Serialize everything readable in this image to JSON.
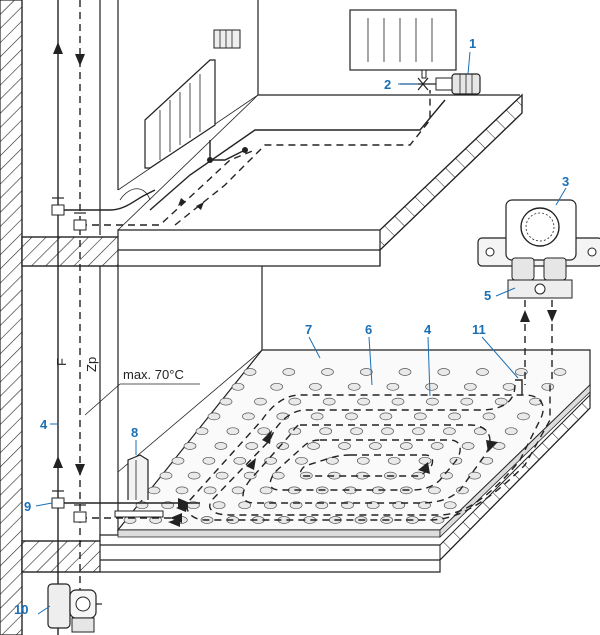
{
  "callouts": [
    {
      "id": "1",
      "label": "1"
    },
    {
      "id": "2",
      "label": "2"
    },
    {
      "id": "3",
      "label": "3"
    },
    {
      "id": "4a",
      "label": "4"
    },
    {
      "id": "4b",
      "label": "4"
    },
    {
      "id": "5",
      "label": "5"
    },
    {
      "id": "6",
      "label": "6"
    },
    {
      "id": "7",
      "label": "7"
    },
    {
      "id": "8",
      "label": "8"
    },
    {
      "id": "9",
      "label": "9"
    },
    {
      "id": "10",
      "label": "10"
    },
    {
      "id": "11",
      "label": "11"
    }
  ],
  "annotations": {
    "max_temp": "max. 70°C",
    "flow_label": "F",
    "return_label": "Zp"
  },
  "colors": {
    "callout": "#1a6fb5",
    "line": "#222222"
  }
}
